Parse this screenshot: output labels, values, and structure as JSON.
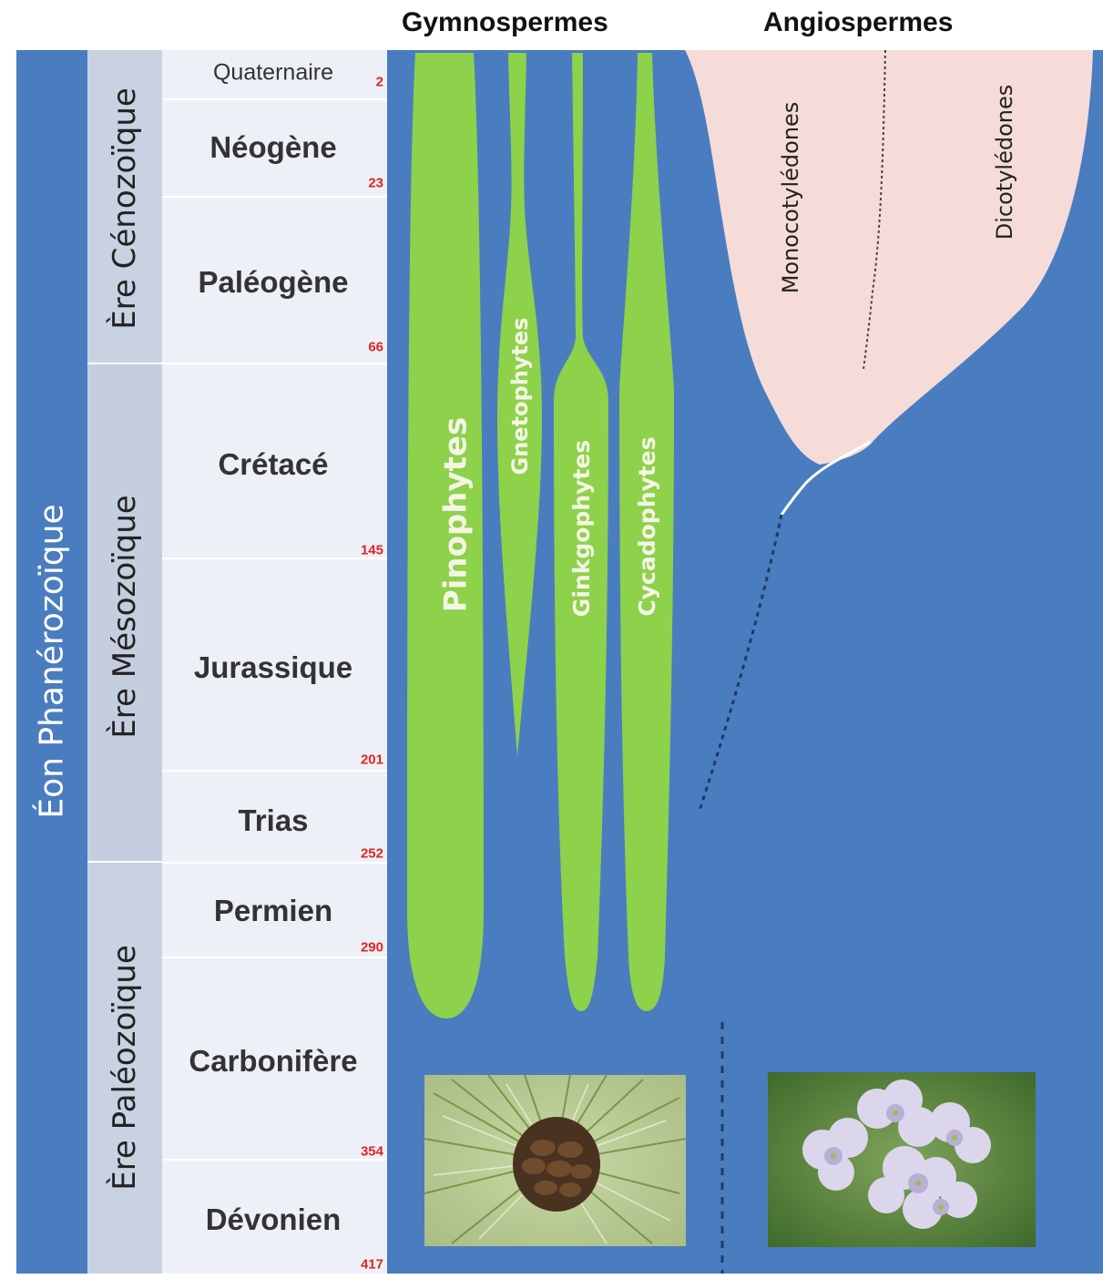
{
  "headers": {
    "gymnosperms": "Gymnospermes",
    "angiosperms": "Angiospermes"
  },
  "eon": "Éon Phanérozoïque",
  "eras": [
    {
      "key": "cenozoic",
      "label": "Ère Cénozoïque"
    },
    {
      "key": "mesozoic",
      "label": "Ère Mésozoïque"
    },
    {
      "key": "paleozoic",
      "label": "Ère Paléozoïque"
    }
  ],
  "periods": [
    {
      "label": "Quaternaire",
      "age": "2"
    },
    {
      "label": "Néogène",
      "age": "23"
    },
    {
      "label": "Paléogène",
      "age": "66"
    },
    {
      "label": "Crétacé",
      "age": "145"
    },
    {
      "label": "Jurassique",
      "age": "201"
    },
    {
      "label": "Trias",
      "age": "252"
    },
    {
      "label": "Permien",
      "age": "290"
    },
    {
      "label": "Carbonifère",
      "age": "354"
    },
    {
      "label": "Dévonien",
      "age": "417"
    }
  ],
  "gymnosperm_groups": [
    "Pinophytes",
    "Gnetophytes",
    "Ginkgophytes",
    "Cycadophytes"
  ],
  "angiosperm_groups": [
    "Monocotylédones",
    "Dicotylédones"
  ],
  "photos": [
    {
      "key": "pine",
      "subject": "pine-cone-photo"
    },
    {
      "key": "flower",
      "subject": "flower-photo"
    }
  ],
  "colors": {
    "background_blue": "#4a7cc0",
    "gymnosperm_green": "#8ed14b",
    "angiosperm_pink": "#f5dcd8",
    "age_red": "#e02424",
    "era_band": "#c9d2e2",
    "period_band": "#edf0f6"
  }
}
